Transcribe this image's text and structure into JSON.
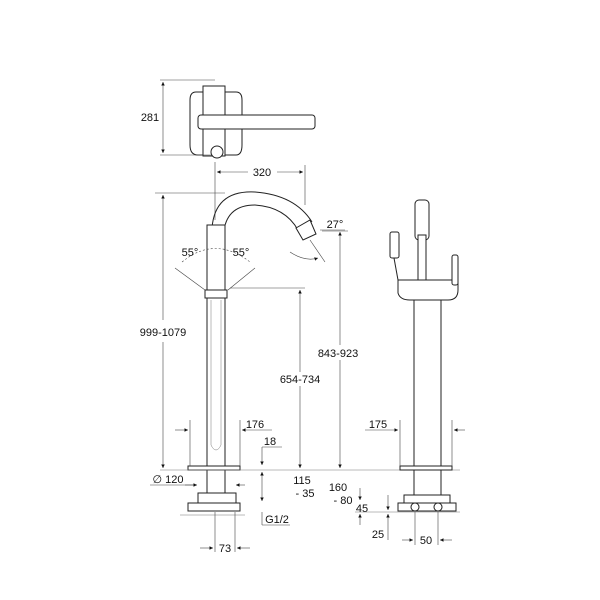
{
  "drawing": {
    "top_view": {
      "depth": "281",
      "reach": "320"
    },
    "front_view": {
      "total_height": "999-1079",
      "spout_height": "843-923",
      "outlet_height": "654-734",
      "angle_left": "55°",
      "angle_right": "55°",
      "spout_angle": "27°",
      "handle_offset": "176",
      "plate_thickness": "18",
      "base_diameter": "∅ 120",
      "rough_in_1a": "115",
      "rough_in_1b": "- 35",
      "connection": "G1/2",
      "connection_width": "73"
    },
    "side_view": {
      "handle_offset": "175",
      "rough_in_2a": "160",
      "rough_in_2b": "- 80",
      "height_45": "45",
      "height_25": "25",
      "spacing": "50"
    }
  }
}
